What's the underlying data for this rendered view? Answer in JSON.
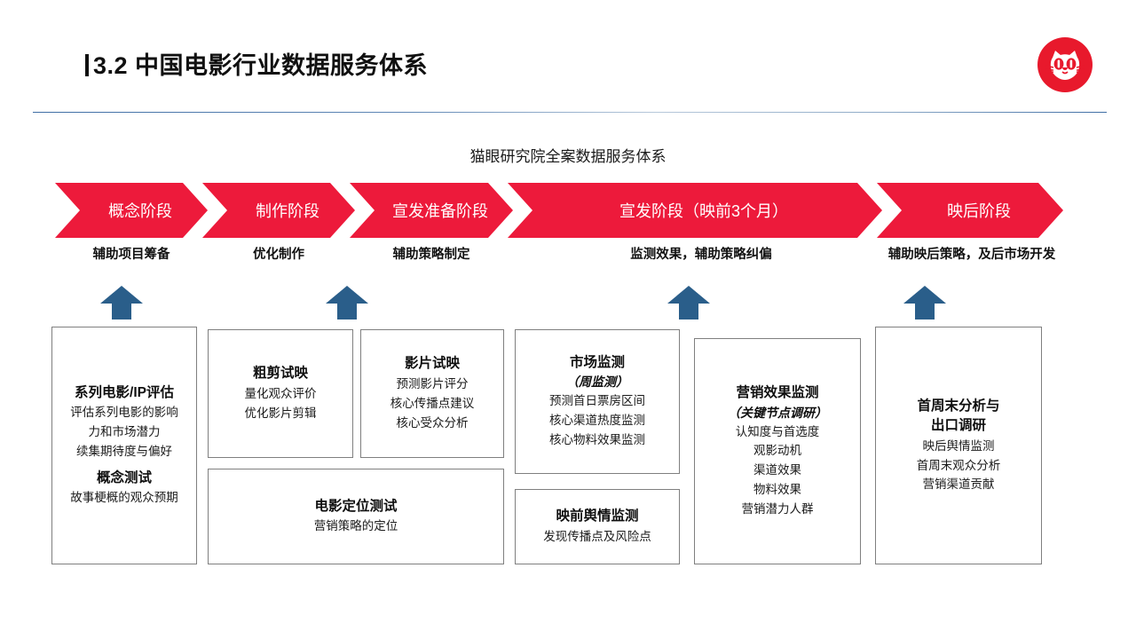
{
  "header": {
    "title": "3.2 中国电影行业数据服务体系",
    "logo_name": "maoyan-cat-logo",
    "logo_color": "#E8192C"
  },
  "chart_subtitle": "猫眼研究院全案数据服务体系",
  "theme": {
    "chevron_red": "#ED1A3B",
    "arrow_blue": "#2A5E8A",
    "card_border": "#7f7f7f",
    "rule_blue": "#3f6ea5"
  },
  "phases": [
    {
      "label": "概念阶段",
      "caption": "辅助项目筹备"
    },
    {
      "label": "制作阶段",
      "caption": "优化制作"
    },
    {
      "label": "宣发准备阶段",
      "caption": "辅助策略制定"
    },
    {
      "label": "宣发阶段（映前3个月）",
      "caption": "监测效果，辅助策略纠偏"
    },
    {
      "label": "映后阶段",
      "caption": "辅助映后策略，及后市场开发"
    }
  ],
  "arrows": [
    {
      "name": "up-arrow-concept"
    },
    {
      "name": "up-arrow-production"
    },
    {
      "name": "up-arrow-promotion"
    },
    {
      "name": "up-arrow-post-release"
    }
  ],
  "cards": [
    {
      "name": "card-series-ip-evaluation",
      "title": "系列电影/IP评估",
      "subtitle": "",
      "lines": [
        "评估系列电影的影响",
        "力和市场潜力",
        "续集期待度与偏好"
      ],
      "title2": "概念测试",
      "lines2": [
        "故事梗概的观众预期"
      ]
    },
    {
      "name": "card-rough-cut-screening",
      "title": "粗剪试映",
      "subtitle": "",
      "lines": [
        "量化观众评价",
        "优化影片剪辑"
      ],
      "title2": "",
      "lines2": []
    },
    {
      "name": "card-film-screening",
      "title": "影片试映",
      "subtitle": "",
      "lines": [
        "预测影片评分",
        "核心传播点建议",
        "核心受众分析"
      ],
      "title2": "",
      "lines2": []
    },
    {
      "name": "card-film-positioning-test",
      "title": "电影定位测试",
      "subtitle": "",
      "lines": [
        "营销策略的定位"
      ],
      "title2": "",
      "lines2": []
    },
    {
      "name": "card-market-monitoring",
      "title": "市场监测",
      "subtitle": "（周监测）",
      "lines": [
        "预测首日票房区间",
        "核心渠道热度监测",
        "核心物料效果监测"
      ],
      "title2": "",
      "lines2": []
    },
    {
      "name": "card-pre-release-sentiment",
      "title": "映前舆情监测",
      "subtitle": "",
      "lines": [
        "发现传播点及风险点"
      ],
      "title2": "",
      "lines2": []
    },
    {
      "name": "card-marketing-effect-monitoring",
      "title": "营销效果监测",
      "subtitle": "（关键节点调研）",
      "lines": [
        "认知度与首选度",
        "观影动机",
        "渠道效果",
        "物料效果",
        "营销潜力人群"
      ],
      "title2": "",
      "lines2": []
    },
    {
      "name": "card-opening-weekend-analysis",
      "title": "首周末分析与",
      "title_line2": "出口调研",
      "subtitle": "",
      "lines": [
        "映后舆情监测",
        "首周末观众分析",
        "营销渠道贡献"
      ],
      "title2": "",
      "lines2": []
    }
  ]
}
